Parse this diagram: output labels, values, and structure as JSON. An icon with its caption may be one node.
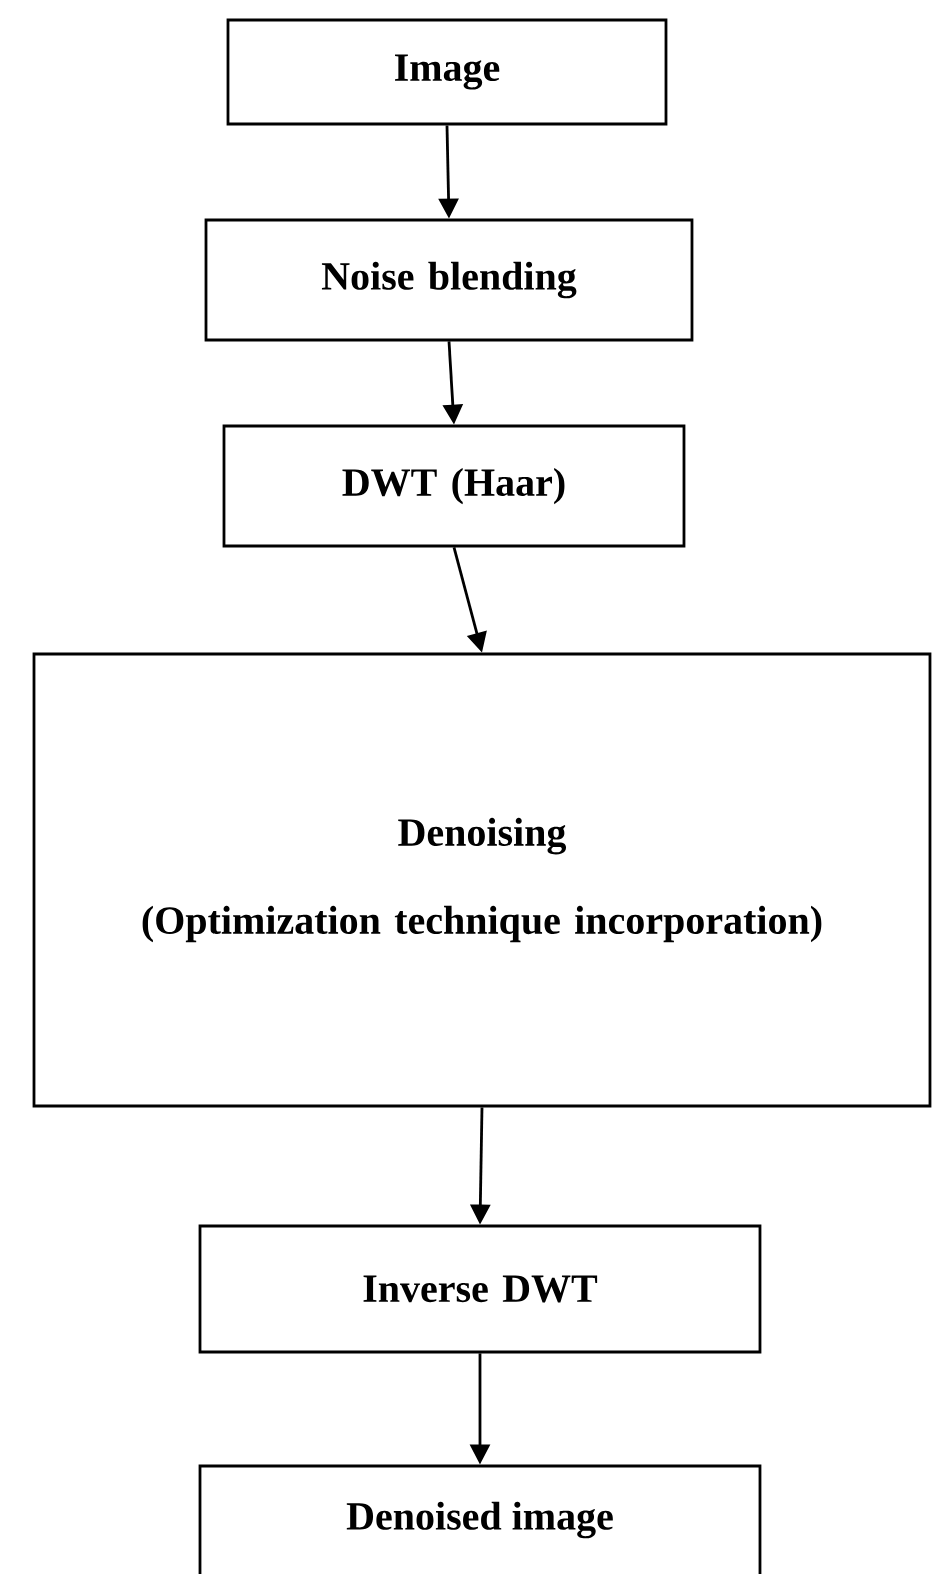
{
  "diagram": {
    "nodes": [
      {
        "text": [
          "Image"
        ]
      },
      {
        "text": [
          "Noise blending"
        ]
      },
      {
        "text": [
          "DWT (Haar)"
        ]
      },
      {
        "text": [
          "Denoising",
          "(Optimization technique incorporation)"
        ]
      },
      {
        "text": [
          "Inverse DWT"
        ]
      },
      {
        "text": [
          "Denoised image"
        ]
      }
    ],
    "edges": [
      {
        "from": 0,
        "to": 1,
        "arrow": "to"
      },
      {
        "from": 1,
        "to": 2,
        "arrow": "to"
      },
      {
        "from": 2,
        "to": 3,
        "arrow": "to"
      },
      {
        "from": 3,
        "to": 4,
        "arrow": "to"
      },
      {
        "from": 4,
        "to": 5,
        "arrow": "to"
      }
    ]
  }
}
